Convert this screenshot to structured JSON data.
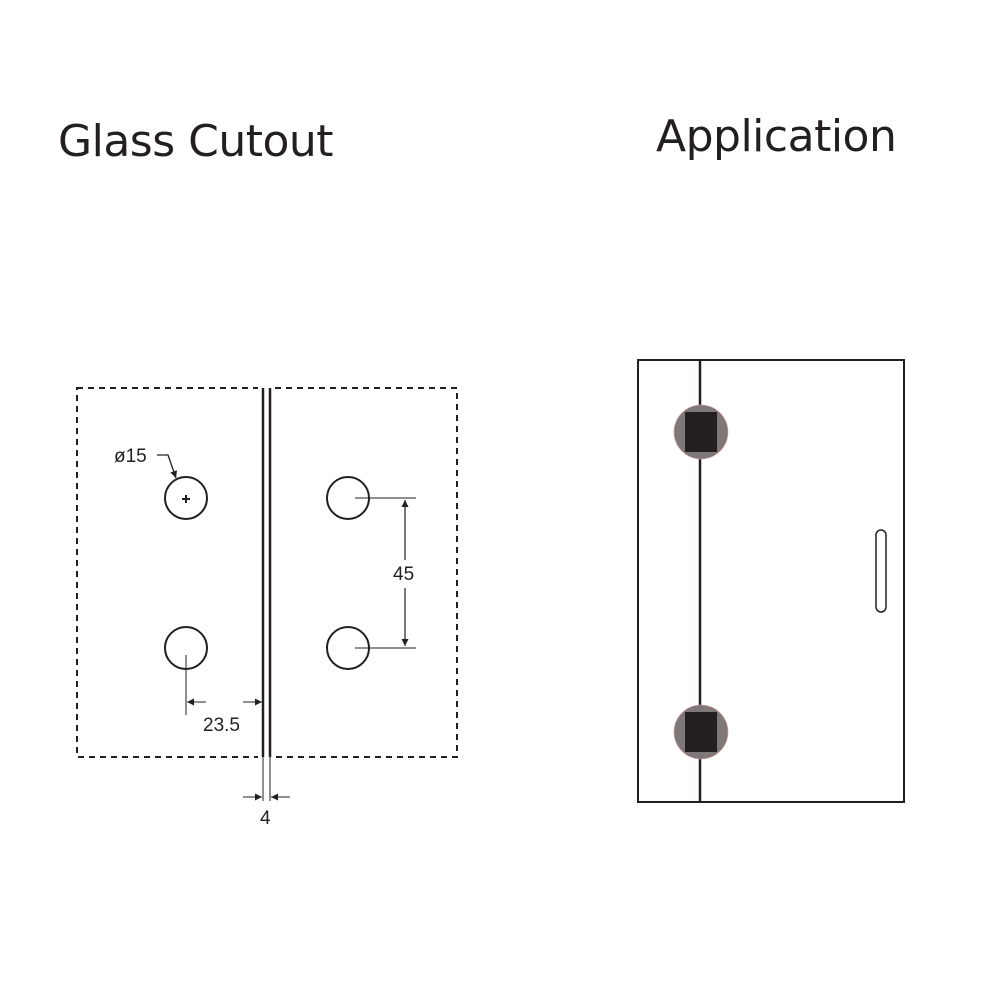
{
  "titles": {
    "cutout": "Glass Cutout",
    "application": "Application"
  },
  "dimensions": {
    "hole_diameter": "ø15",
    "hole_spacing": "45",
    "edge_offset": "23.5",
    "glass_gap": "4"
  },
  "colors": {
    "line": "#231f20",
    "hinge_body": "#231f20",
    "hinge_plate": "#7f7878"
  }
}
